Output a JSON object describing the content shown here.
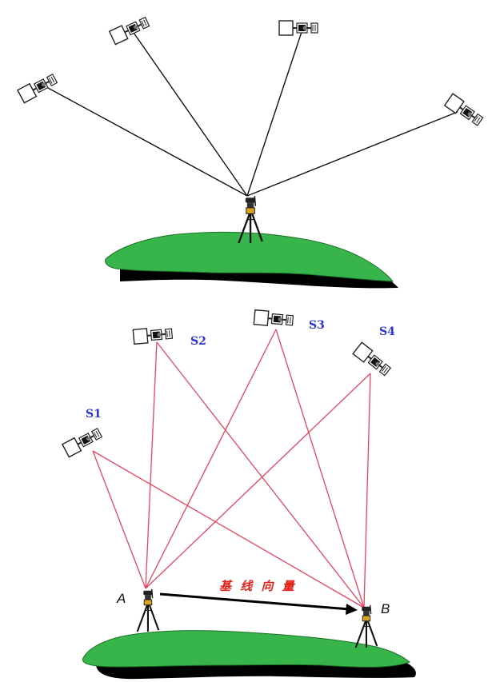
{
  "top_scene": {
    "satellites": [
      "",
      "",
      "",
      ""
    ]
  },
  "bottom_scene": {
    "satellites": [
      {
        "label": "S1"
      },
      {
        "label": "S2"
      },
      {
        "label": "S3"
      },
      {
        "label": "S4"
      }
    ],
    "points": {
      "a": "A",
      "b": "B"
    },
    "baseline_label": "基 线 向 量"
  },
  "colors": {
    "ground": "#37b54a",
    "ground_shadow": "#000000",
    "sight_line_top": "#111111",
    "sight_line_bottom": "#e8435e",
    "satellite_label": "#2b35d8",
    "baseline_label": "#e2231a",
    "arrow": "#000000"
  },
  "icons": {
    "satellite": "satellite-icon",
    "receiver": "gps-receiver-tripod-icon",
    "terrain": "terrain-island-icon"
  }
}
